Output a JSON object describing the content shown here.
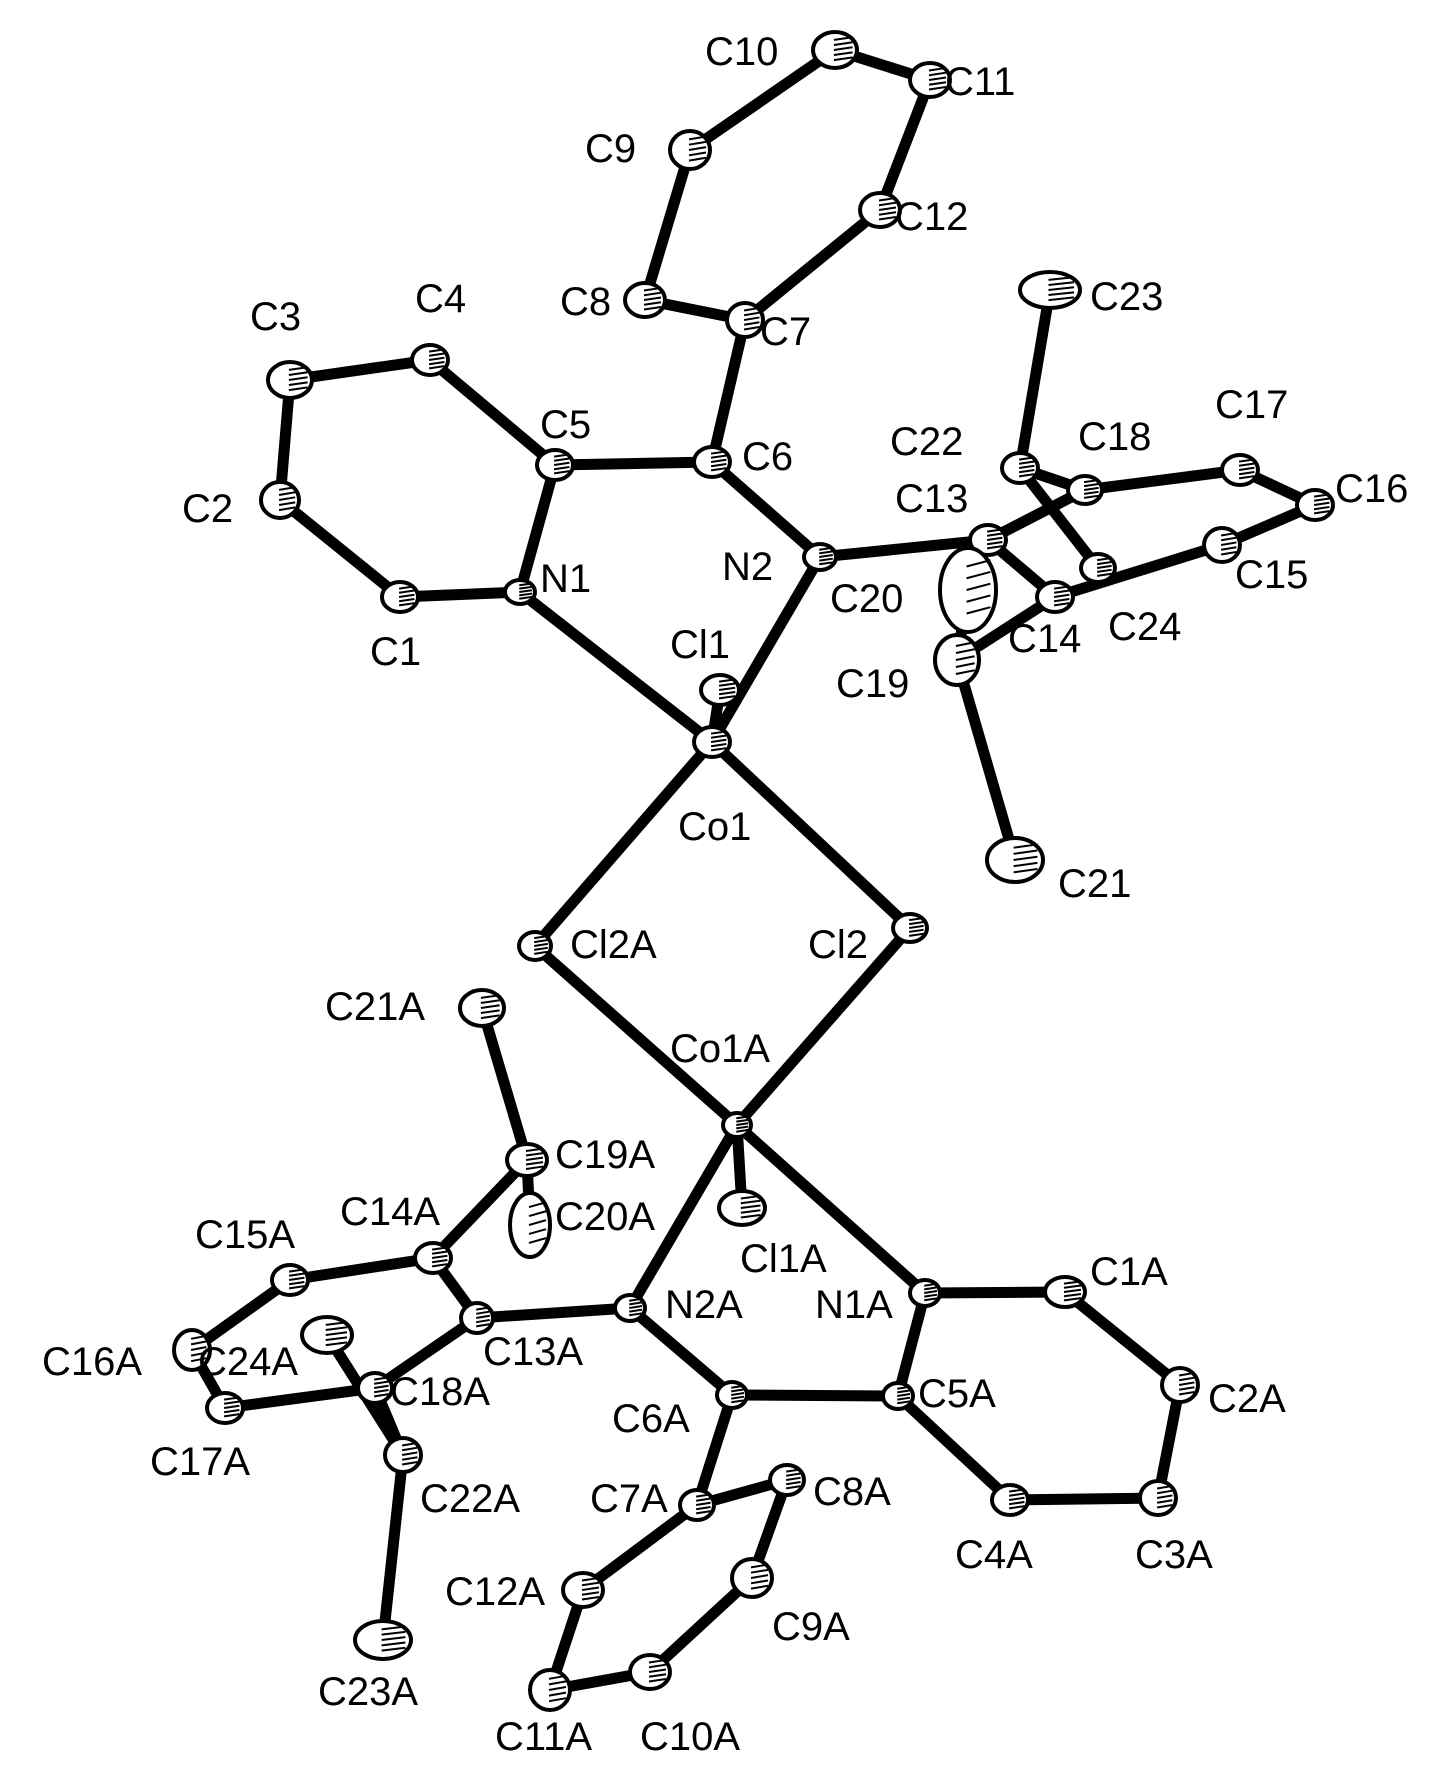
{
  "atom_labels": {
    "C10": "C10",
    "C11": "C11",
    "C9": "C9",
    "C12": "C12",
    "C8": "C8",
    "C7": "C7",
    "C23": "C23",
    "C3": "C3",
    "C4": "C4",
    "C17": "C17",
    "C5": "C5",
    "C6": "C6",
    "C22": "C22",
    "C18": "C18",
    "C16": "C16",
    "C2": "C2",
    "C13": "C13",
    "N1": "N1",
    "N2": "N2",
    "C20": "C20",
    "C15": "C15",
    "C14": "C14",
    "C24": "C24",
    "C1": "C1",
    "Cl1": "Cl1",
    "C19": "C19",
    "Co1": "Co1",
    "C21": "C21",
    "Cl2A": "Cl2A",
    "Cl2": "Cl2",
    "C21A": "C21A",
    "Co1A": "Co1A",
    "C19A": "C19A",
    "C14A": "C14A",
    "C20A": "C20A",
    "C15A": "C15A",
    "Cl1A": "Cl1A",
    "C1A": "C1A",
    "N2A": "N2A",
    "N1A": "N1A",
    "C16A": "C16A",
    "C24A": "C24A",
    "C13A": "C13A",
    "C18A": "C18A",
    "C6A": "C6A",
    "C5A": "C5A",
    "C2A": "C2A",
    "C17A": "C17A",
    "C7A": "C7A",
    "C8A": "C8A",
    "C22A": "C22A",
    "C4A": "C4A",
    "C3A": "C3A",
    "C12A": "C12A",
    "C9A": "C9A",
    "C23A": "C23A",
    "C11A": "C11A",
    "C10A": "C10A"
  }
}
